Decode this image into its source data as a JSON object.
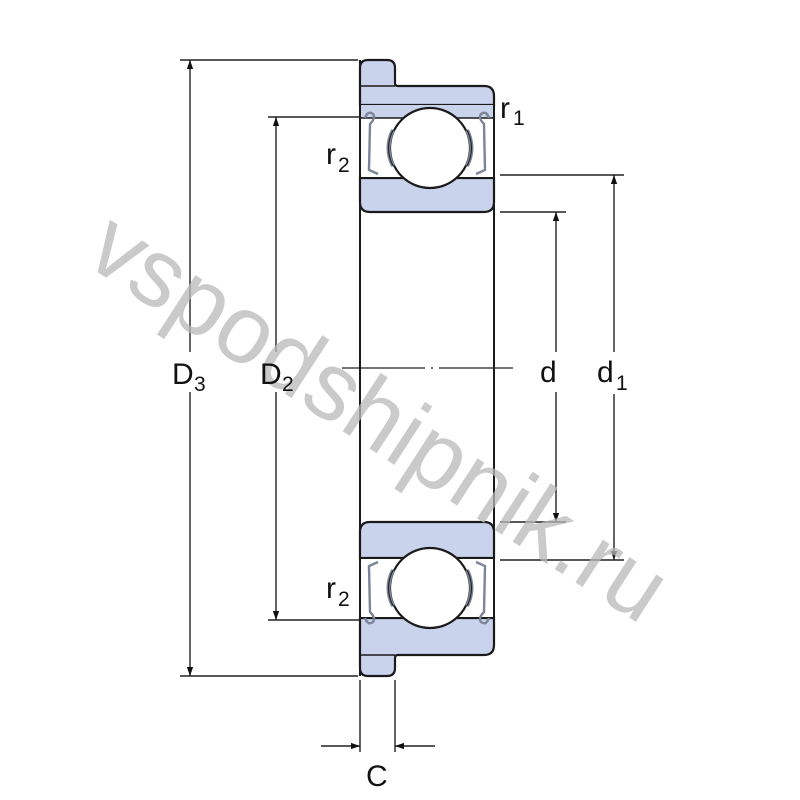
{
  "diagram": {
    "type": "flanged deep groove ball bearing cross-section",
    "colors": {
      "ring_fill": "#c9d3ec",
      "outline": "#1a1a1a",
      "dimension_line": "#222222",
      "seal": "#7b8598",
      "watermark": "#b9b9b9"
    },
    "labels": {
      "D3": {
        "main": "D",
        "sub": "3"
      },
      "D2": {
        "main": "D",
        "sub": "2"
      },
      "d": {
        "main": "d",
        "sub": ""
      },
      "d1": {
        "main": "d",
        "sub": "1"
      },
      "r1": {
        "main": "r",
        "sub": "1"
      },
      "r2_top": {
        "main": "r",
        "sub": "2"
      },
      "r2_bottom": {
        "main": "r",
        "sub": "2"
      },
      "C": {
        "main": "C",
        "sub": ""
      }
    },
    "watermark": "vspodshipnik.ru"
  }
}
